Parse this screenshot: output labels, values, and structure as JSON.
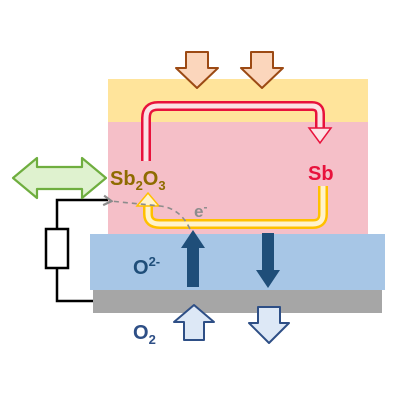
{
  "labels": {
    "oxide": "Sb",
    "oxide_sub1": "2",
    "oxide_mid": "O",
    "oxide_sub2": "3",
    "metal": "Sb",
    "electron": "e",
    "electron_sup": "-",
    "oxygen_ion": "O",
    "oxygen_ion_sup": "2-",
    "oxygen_gas": "O",
    "oxygen_gas_sub": "2"
  },
  "colors": {
    "top_layer": "#ffe49b",
    "anode_layer": "#f5bfc8",
    "electrolyte_layer": "#a7c6e6",
    "cathode_layer": "#a6a6a6",
    "oxide_text": "#8f6b00",
    "metal_text": "#e8123c",
    "ion_text": "#1f4e79",
    "electron_text": "#8c8c8c",
    "double_arrow": "#dff2cf",
    "double_arrow_stroke": "#6fae3f",
    "fuel_arrow": "#fbd6bc",
    "fuel_arrow_stroke": "#9c4a14",
    "oxygen_arrow": "#dde8f6",
    "oxygen_arrow_stroke": "#2e4f86",
    "ion_arrow": "#1f4e79",
    "reduction_arrow": "#e8123c",
    "oxidation_arrow": "#ffc000"
  },
  "icons": [
    "input-arrow-icon",
    "output-arrow-icon",
    "double-arrow-icon",
    "resistor-icon",
    "ion-arrow-up-icon",
    "ion-arrow-down-icon",
    "oxygen-in-arrow-icon",
    "oxygen-out-arrow-icon"
  ]
}
